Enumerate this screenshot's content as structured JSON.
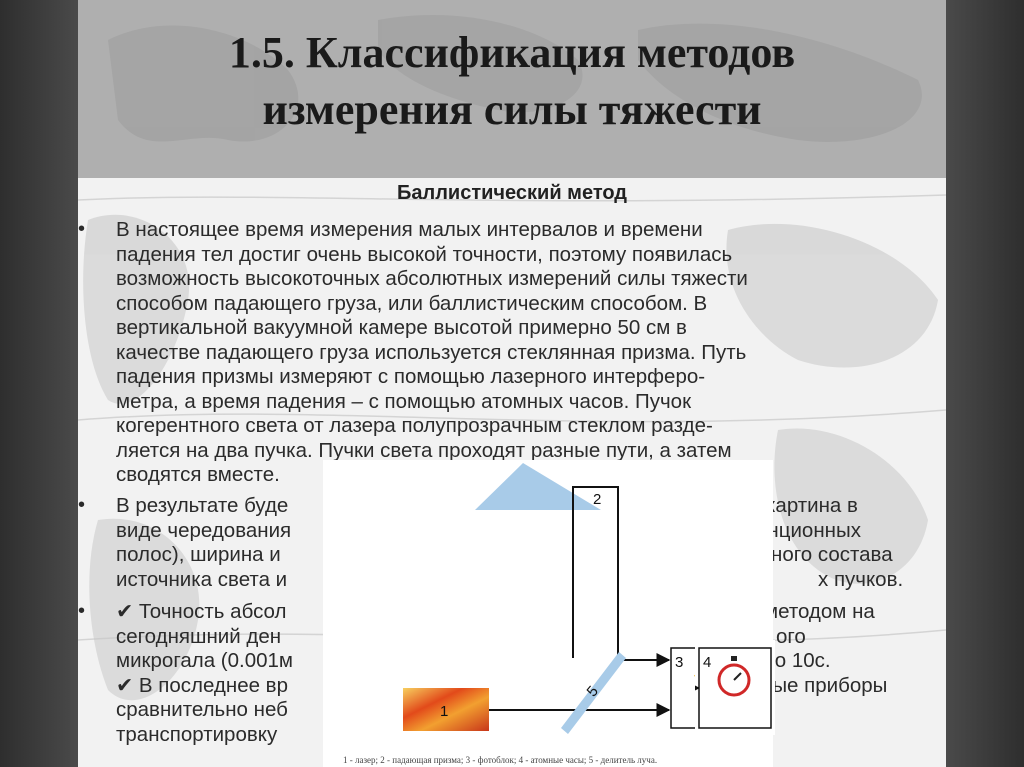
{
  "title": {
    "line1": "1.5. Классификация методов",
    "line2": "измерения силы тяжести"
  },
  "subtitle": "Баллистический метод",
  "paragraphs": {
    "p1": [
      "В настоящее время измерения малых интервалов и времени",
      "падения тел достиг очень высокой точности, поэтому появилась",
      "возможность высокоточных абсолютных измерений силы тяжести",
      "способом падающего груза, или баллистическим способом. В",
      "вертикальной вакуумной камере высотой примерно 50 см в",
      "качестве падающего груза используется стеклянная призма. Путь",
      "падения призмы измеряют с помощью лазерного интерферо-",
      "метра, а время падения – с помощью атомных часов. Пучок",
      "когерентного света от лазера полупрозрачным стеклом разде-",
      "ляется на два пучка. Пучки света проходят разные пути, а затем",
      "сводятся вместе."
    ],
    "p2": [
      "В результате буде",
      "виде чередования",
      "полос), ширина и",
      "источника света и"
    ],
    "p2_right": [
      "картина в",
      "енционных",
      "ного состава",
      "х пучков."
    ],
    "p3": [
      "✔ Точность абсол",
      "сегодняшний ден",
      "микрогала (0.001м",
      "✔ В последнее вр",
      "сравнительно неб",
      "транспортировку"
    ],
    "p3_right": [
      "методом на",
      "ого",
      "около 10с.",
      "ные приборы",
      "",
      ""
    ]
  },
  "bullet_glyph": "•",
  "diagram": {
    "labels": {
      "laser": "1",
      "prism": "2",
      "photoblock": "3",
      "clock": "4",
      "splitter": "5"
    },
    "caption": "1 - лазер; 2 - падающая призма; 3 - фотоблок; 4 - атомные часы; 5 - делитель луча.",
    "icons": [
      "tools-icon",
      "stopwatch-icon"
    ],
    "colors": {
      "prism": "#a8cbe8",
      "laser": "#e24a1a"
    }
  }
}
